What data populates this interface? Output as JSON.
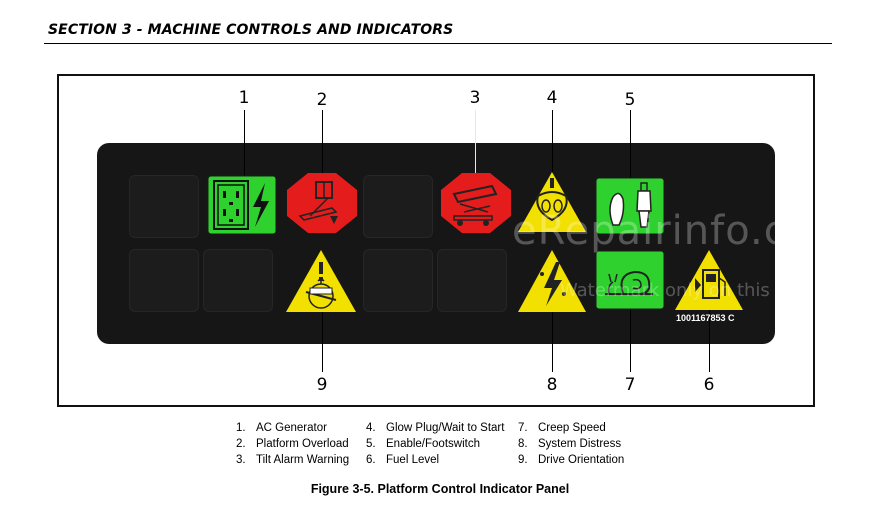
{
  "header": {
    "section_title": "SECTION 3 - MACHINE CONTROLS AND INDICATORS"
  },
  "figure": {
    "part_code": "1001167853 C",
    "callouts": [
      "1",
      "2",
      "3",
      "4",
      "5",
      "6",
      "7",
      "8",
      "9"
    ],
    "indicators": [
      {
        "id": 1,
        "icon": "ac-outlet-lightning-icon",
        "shape": "square",
        "color": "#2ed12e"
      },
      {
        "id": 2,
        "icon": "platform-overload-icon",
        "shape": "octagon",
        "color": "#e41c1c"
      },
      {
        "id": 3,
        "icon": "tilt-alarm-icon",
        "shape": "octagon",
        "color": "#e41c1c"
      },
      {
        "id": 4,
        "icon": "glow-plug-icon",
        "shape": "triangle",
        "color": "#f2e000"
      },
      {
        "id": 5,
        "icon": "footswitch-icon",
        "shape": "square",
        "color": "#2ed12e"
      },
      {
        "id": 6,
        "icon": "fuel-pump-icon",
        "shape": "triangle",
        "color": "#f2e000"
      },
      {
        "id": 7,
        "icon": "snail-icon",
        "shape": "square",
        "color": "#2ed12e"
      },
      {
        "id": 8,
        "icon": "lightning-icon",
        "shape": "triangle",
        "color": "#f2e000"
      },
      {
        "id": 9,
        "icon": "drive-orientation-icon",
        "shape": "triangle",
        "color": "#f2e000"
      }
    ],
    "watermark_main": "eRepairinfo.com",
    "watermark_sub": "Watermark only on this sample"
  },
  "legend": {
    "col1": [
      {
        "n": "1.",
        "label": "AC Generator"
      },
      {
        "n": "2.",
        "label": "Platform Overload"
      },
      {
        "n": "3.",
        "label": "Tilt Alarm Warning"
      }
    ],
    "col2": [
      {
        "n": "4.",
        "label": "Glow Plug/Wait to Start"
      },
      {
        "n": "5.",
        "label": "Enable/Footswitch"
      },
      {
        "n": "6.",
        "label": "Fuel Level"
      }
    ],
    "col3": [
      {
        "n": "7.",
        "label": "Creep Speed"
      },
      {
        "n": "8.",
        "label": "System Distress"
      },
      {
        "n": "9.",
        "label": "Drive Orientation"
      }
    ]
  },
  "caption": "Figure 3-5. Platform Control Indicator Panel"
}
